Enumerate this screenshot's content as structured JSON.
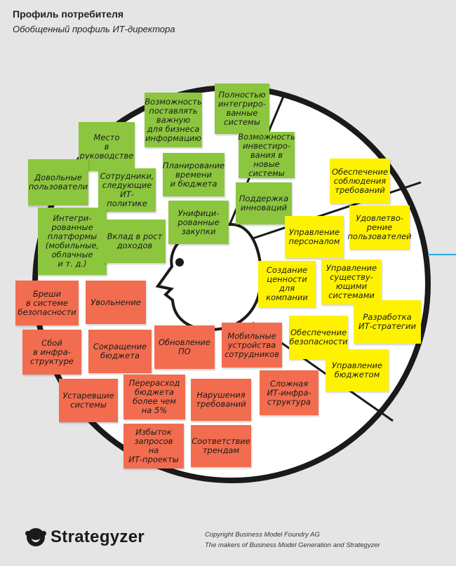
{
  "header": {
    "title": "Профиль потребителя",
    "subtitle": "Обобщенный профиль ИТ-директора"
  },
  "colors": {
    "gains": "#8cc63f",
    "jobs": "#fff200",
    "pains": "#f26d4f",
    "accent_line": "#27a9e1"
  },
  "gains": [
    "Возможность\nпоставлять\nважную\nдля бизнеса\nинформацию",
    "Полностью\nинтегриро-\nванные\nсистемы",
    "Место\nв руководстве",
    "Возможность\nинвестиро-\nвания в новые\nсистемы",
    "Довольные\nпользователи",
    "Сотрудники,\nследующие\nИТ-политике",
    "Планирование\nвремени\nи бюджета",
    "Поддержка\nинноваций",
    "Интегри-\nрованные\nплатформы\n(мобильные,\nоблачные\nи т. д.)",
    "Вклад в рост\nдоходов",
    "Унифици-\nрованные\nзакупки"
  ],
  "jobs": [
    "Обеспечение\nсоблюдения\nтребований",
    "Удовлетво-\nрение\nпользователей",
    "Управление\nперсоналом",
    "Создание\nценности\nдля компании",
    "Управление\nсуществу-\nющими\nсистемами",
    "Разработка\nИТ-стратегии",
    "Обеспечение\nбезопасности",
    "Управление\nбюджетом"
  ],
  "pains": [
    "Бреши\nв системе\nбезопасности",
    "Увольнение",
    "Сбой\nв инфра-\nструктуре",
    "Сокращение\nбюджета",
    "Обновление\nПО",
    "Мобильные\nустройства\nсотрудников",
    "Устаревшие\nсистемы",
    "Перерасход\nбюджета\nболее чем\nна 5%",
    "Нарушения\nтребований",
    "Сложная\nИТ-инфра-\nструктура",
    "Избыток\nзапросов\nна\nИТ-проекты",
    "Соответствие\nтрендам"
  ],
  "footer": {
    "brand": "Strategyzer",
    "copyright_line1": "Copyright Business Model Foundry AG",
    "copyright_line2": "The makers of Business Model Generation and Strategyzer"
  }
}
